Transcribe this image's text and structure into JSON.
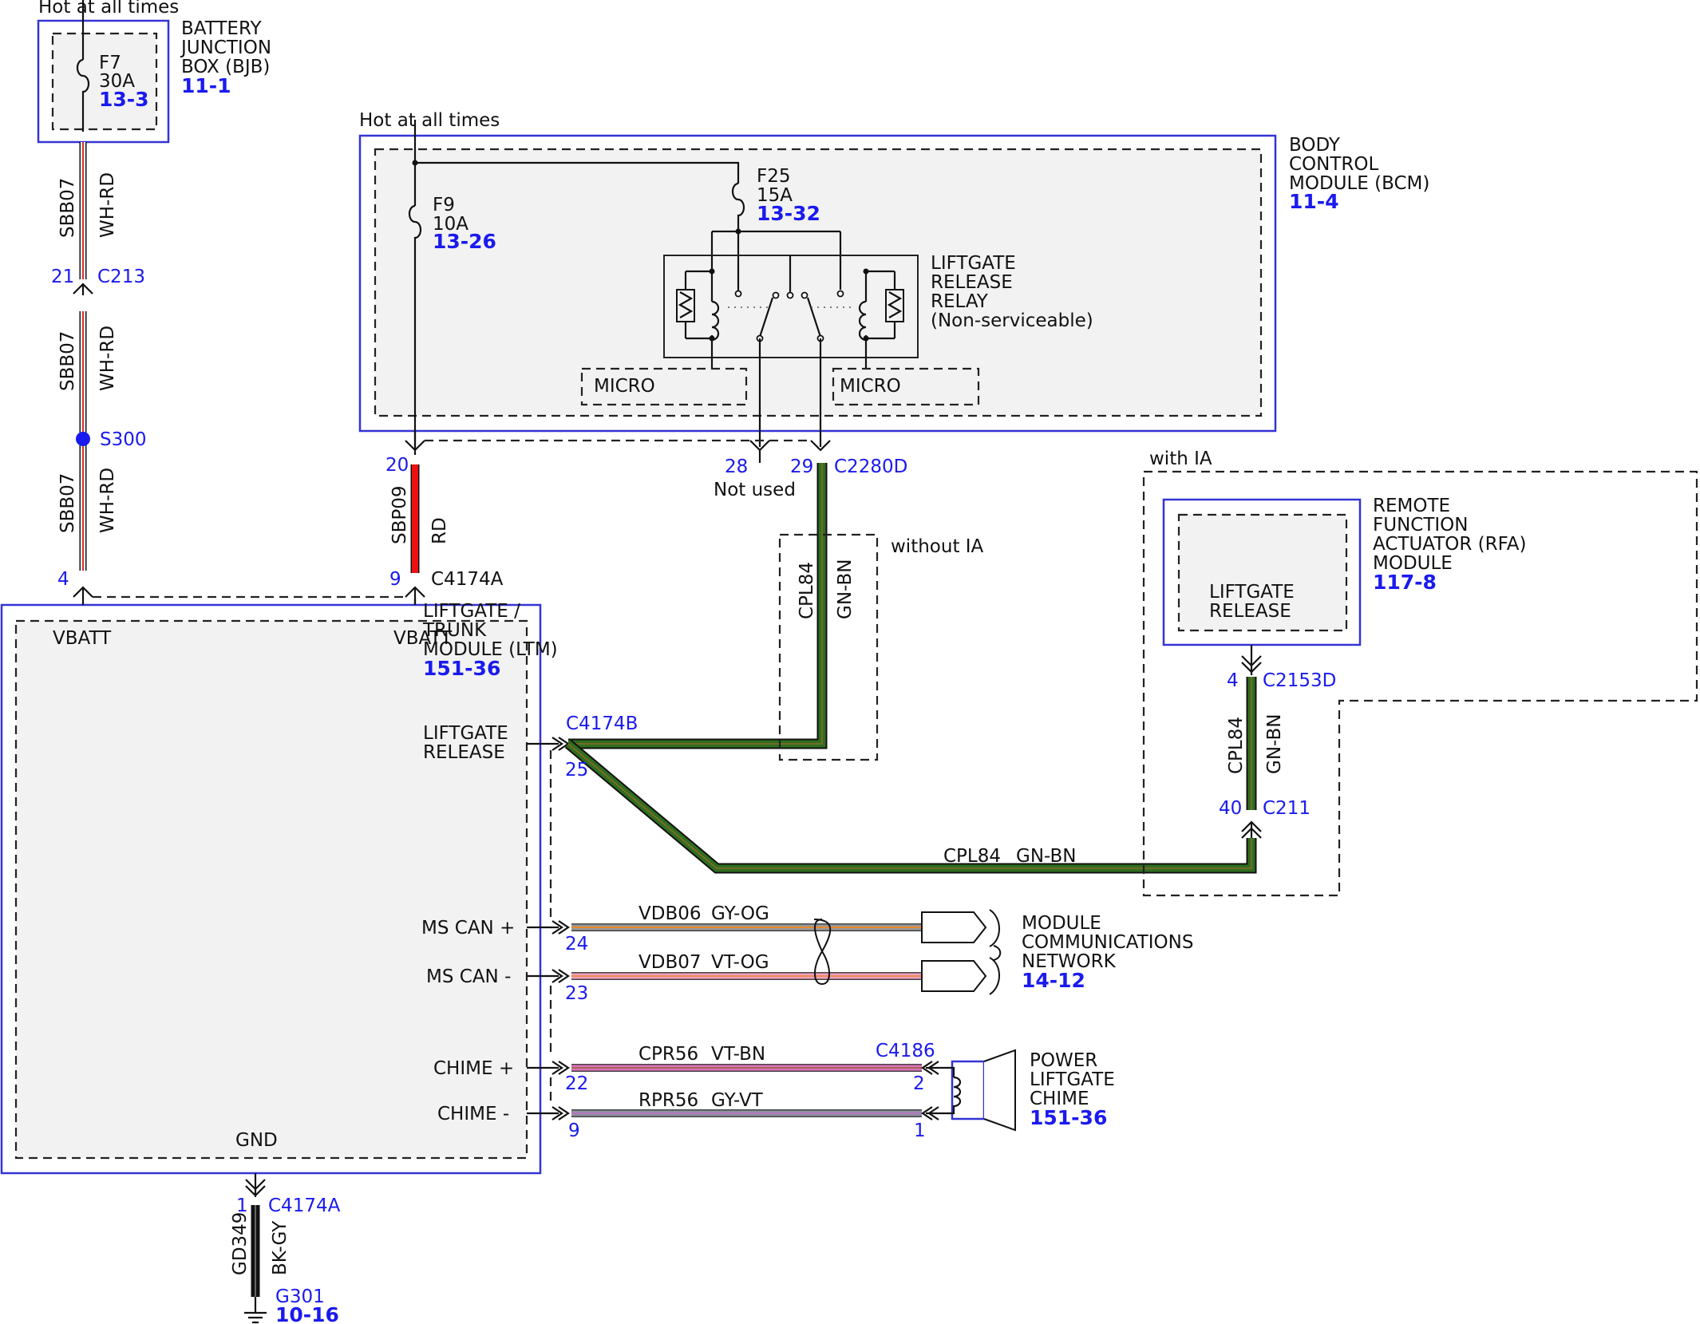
{
  "colors": {
    "wh_rd_stripe": "#d93030",
    "rd": "#ee1111",
    "gn_bn": "#2f6e1f",
    "gn_bn_stripe": "#8a6a2a",
    "bk_gy": "#1a1a1a",
    "gy_og": "#9a9a9a",
    "og_stripe": "#e8882a",
    "vt_og": "#f0a0c0",
    "vt_bn": "#e070c0",
    "gy_vt": "#9090a0",
    "module_border": "#3434d6",
    "connector_text": "#1a1aee"
  },
  "bjb": {
    "hot": "Hot at all times",
    "fuse_name": "F7",
    "fuse_amp": "30A",
    "fuse_ref": "13-3",
    "title1": "BATTERY",
    "title2": "JUNCTION",
    "title3": "BOX (BJB)",
    "ref": "11-1"
  },
  "bcm": {
    "hot": "Hot at all times",
    "f9_name": "F9",
    "f9_amp": "10A",
    "f9_ref": "13-26",
    "f25_name": "F25",
    "f25_amp": "15A",
    "f25_ref": "13-32",
    "title1": "BODY",
    "title2": "CONTROL",
    "title3": "MODULE (BCM)",
    "ref": "11-4",
    "relay1": "LIFTGATE",
    "relay2": "RELEASE",
    "relay3": "RELAY",
    "relay4": "(Non-serviceable)",
    "micro_left": "MICRO",
    "micro_right": "MICRO"
  },
  "wires": {
    "sbb07": "SBB07",
    "wh_rd": "WH-RD",
    "sbp09": "SBP09",
    "rd": "RD",
    "cpl84": "CPL84",
    "gn_bn": "GN-BN",
    "gd349": "GD349",
    "bk_gy": "BK-GY",
    "vdb06": "VDB06",
    "gy_og": "GY-OG",
    "vdb07": "VDB07",
    "vt_og": "VT-OG",
    "cpr56": "CPR56",
    "vt_bn": "VT-BN",
    "rpr56": "RPR56",
    "gy_vt": "GY-VT"
  },
  "connectors": {
    "c213": "C213",
    "pin21": "21",
    "s300": "S300",
    "pin4_ltm": "4",
    "pin20": "20",
    "pin9_ltm": "9",
    "c4174a": "C4174A",
    "pin28": "28",
    "pin29": "29",
    "c2280d": "C2280D",
    "not_used": "Not used",
    "c4174b": "C4174B",
    "pin25": "25",
    "c2153d": "C2153D",
    "pin4_rfa": "4",
    "c211": "C211",
    "pin40": "40",
    "pin24": "24",
    "pin23": "23",
    "pin22": "22",
    "pin9_chime": "9",
    "c4186": "C4186",
    "pin2": "2",
    "pin1": "1",
    "pin1_gnd": "1",
    "c4174a_gnd": "C4174A",
    "g301": "G301",
    "g301_ref": "10-16"
  },
  "ltm": {
    "title1": "LIFTGATE /",
    "title2": "TRUNK",
    "title3": "MODULE (LTM)",
    "ref": "151-36",
    "vbatt1": "VBATT",
    "vbatt2": "VBATT",
    "liftgate1": "LIFTGATE",
    "liftgate2": "RELEASE",
    "ms_can_plus": "MS CAN +",
    "ms_can_minus": "MS CAN -",
    "chime_plus": "CHIME +",
    "chime_minus": "CHIME -",
    "gnd": "GND"
  },
  "rfa": {
    "with_ia": "with IA",
    "title1": "REMOTE",
    "title2": "FUNCTION",
    "title3": "ACTUATOR (RFA)",
    "title4": "MODULE",
    "ref": "117-8",
    "func1": "LIFTGATE",
    "func2": "RELEASE"
  },
  "without_ia": "without IA",
  "network": {
    "title1": "MODULE",
    "title2": "COMMUNICATIONS",
    "title3": "NETWORK",
    "ref": "14-12"
  },
  "chime": {
    "title1": "POWER",
    "title2": "LIFTGATE",
    "title3": "CHIME",
    "ref": "151-36"
  }
}
